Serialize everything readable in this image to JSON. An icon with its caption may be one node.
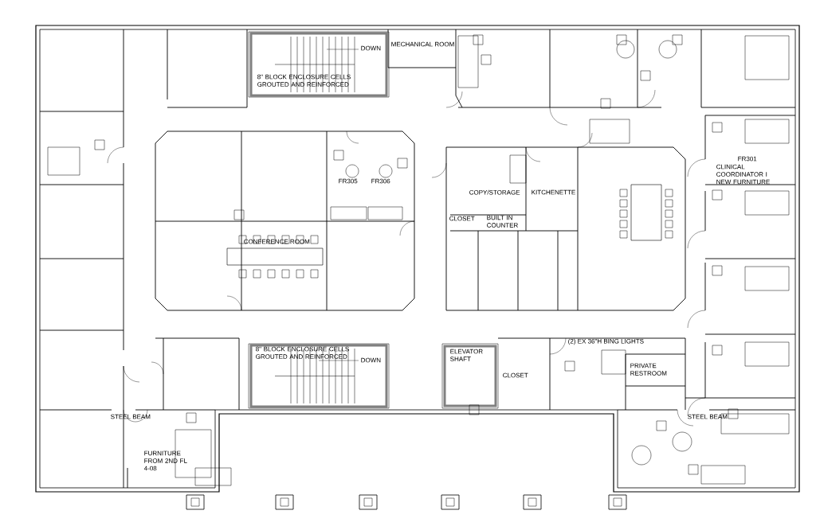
{
  "diagram": {
    "labels": [
      "DOWN",
      "8\" BLOCK ENCLOSURE CELLS GROUTED AND REINFORCED",
      "MECHANICAL ROOM",
      "FR305",
      "FR306",
      "COPY/STORAGE",
      "KITCHENETTE",
      "FR301",
      "CLINICAL COORDINATOR I NEW FURNITURE",
      "CLOSET",
      "BUILT IN COUNTER",
      "CONFERENCE ROOM",
      "(2) EX 36\"H BING LIGHTS",
      "8\" BLOCK ENCLOSURE CELLS GROUTED AND REINFORCED",
      "DOWN",
      "ELEVATOR SHAFT",
      "PRIVATE RESTROOM",
      "CLOSET",
      "STEEL BEAM",
      "STEEL BEAM",
      "FURNITURE FROM 2ND FL 4-08"
    ]
  }
}
